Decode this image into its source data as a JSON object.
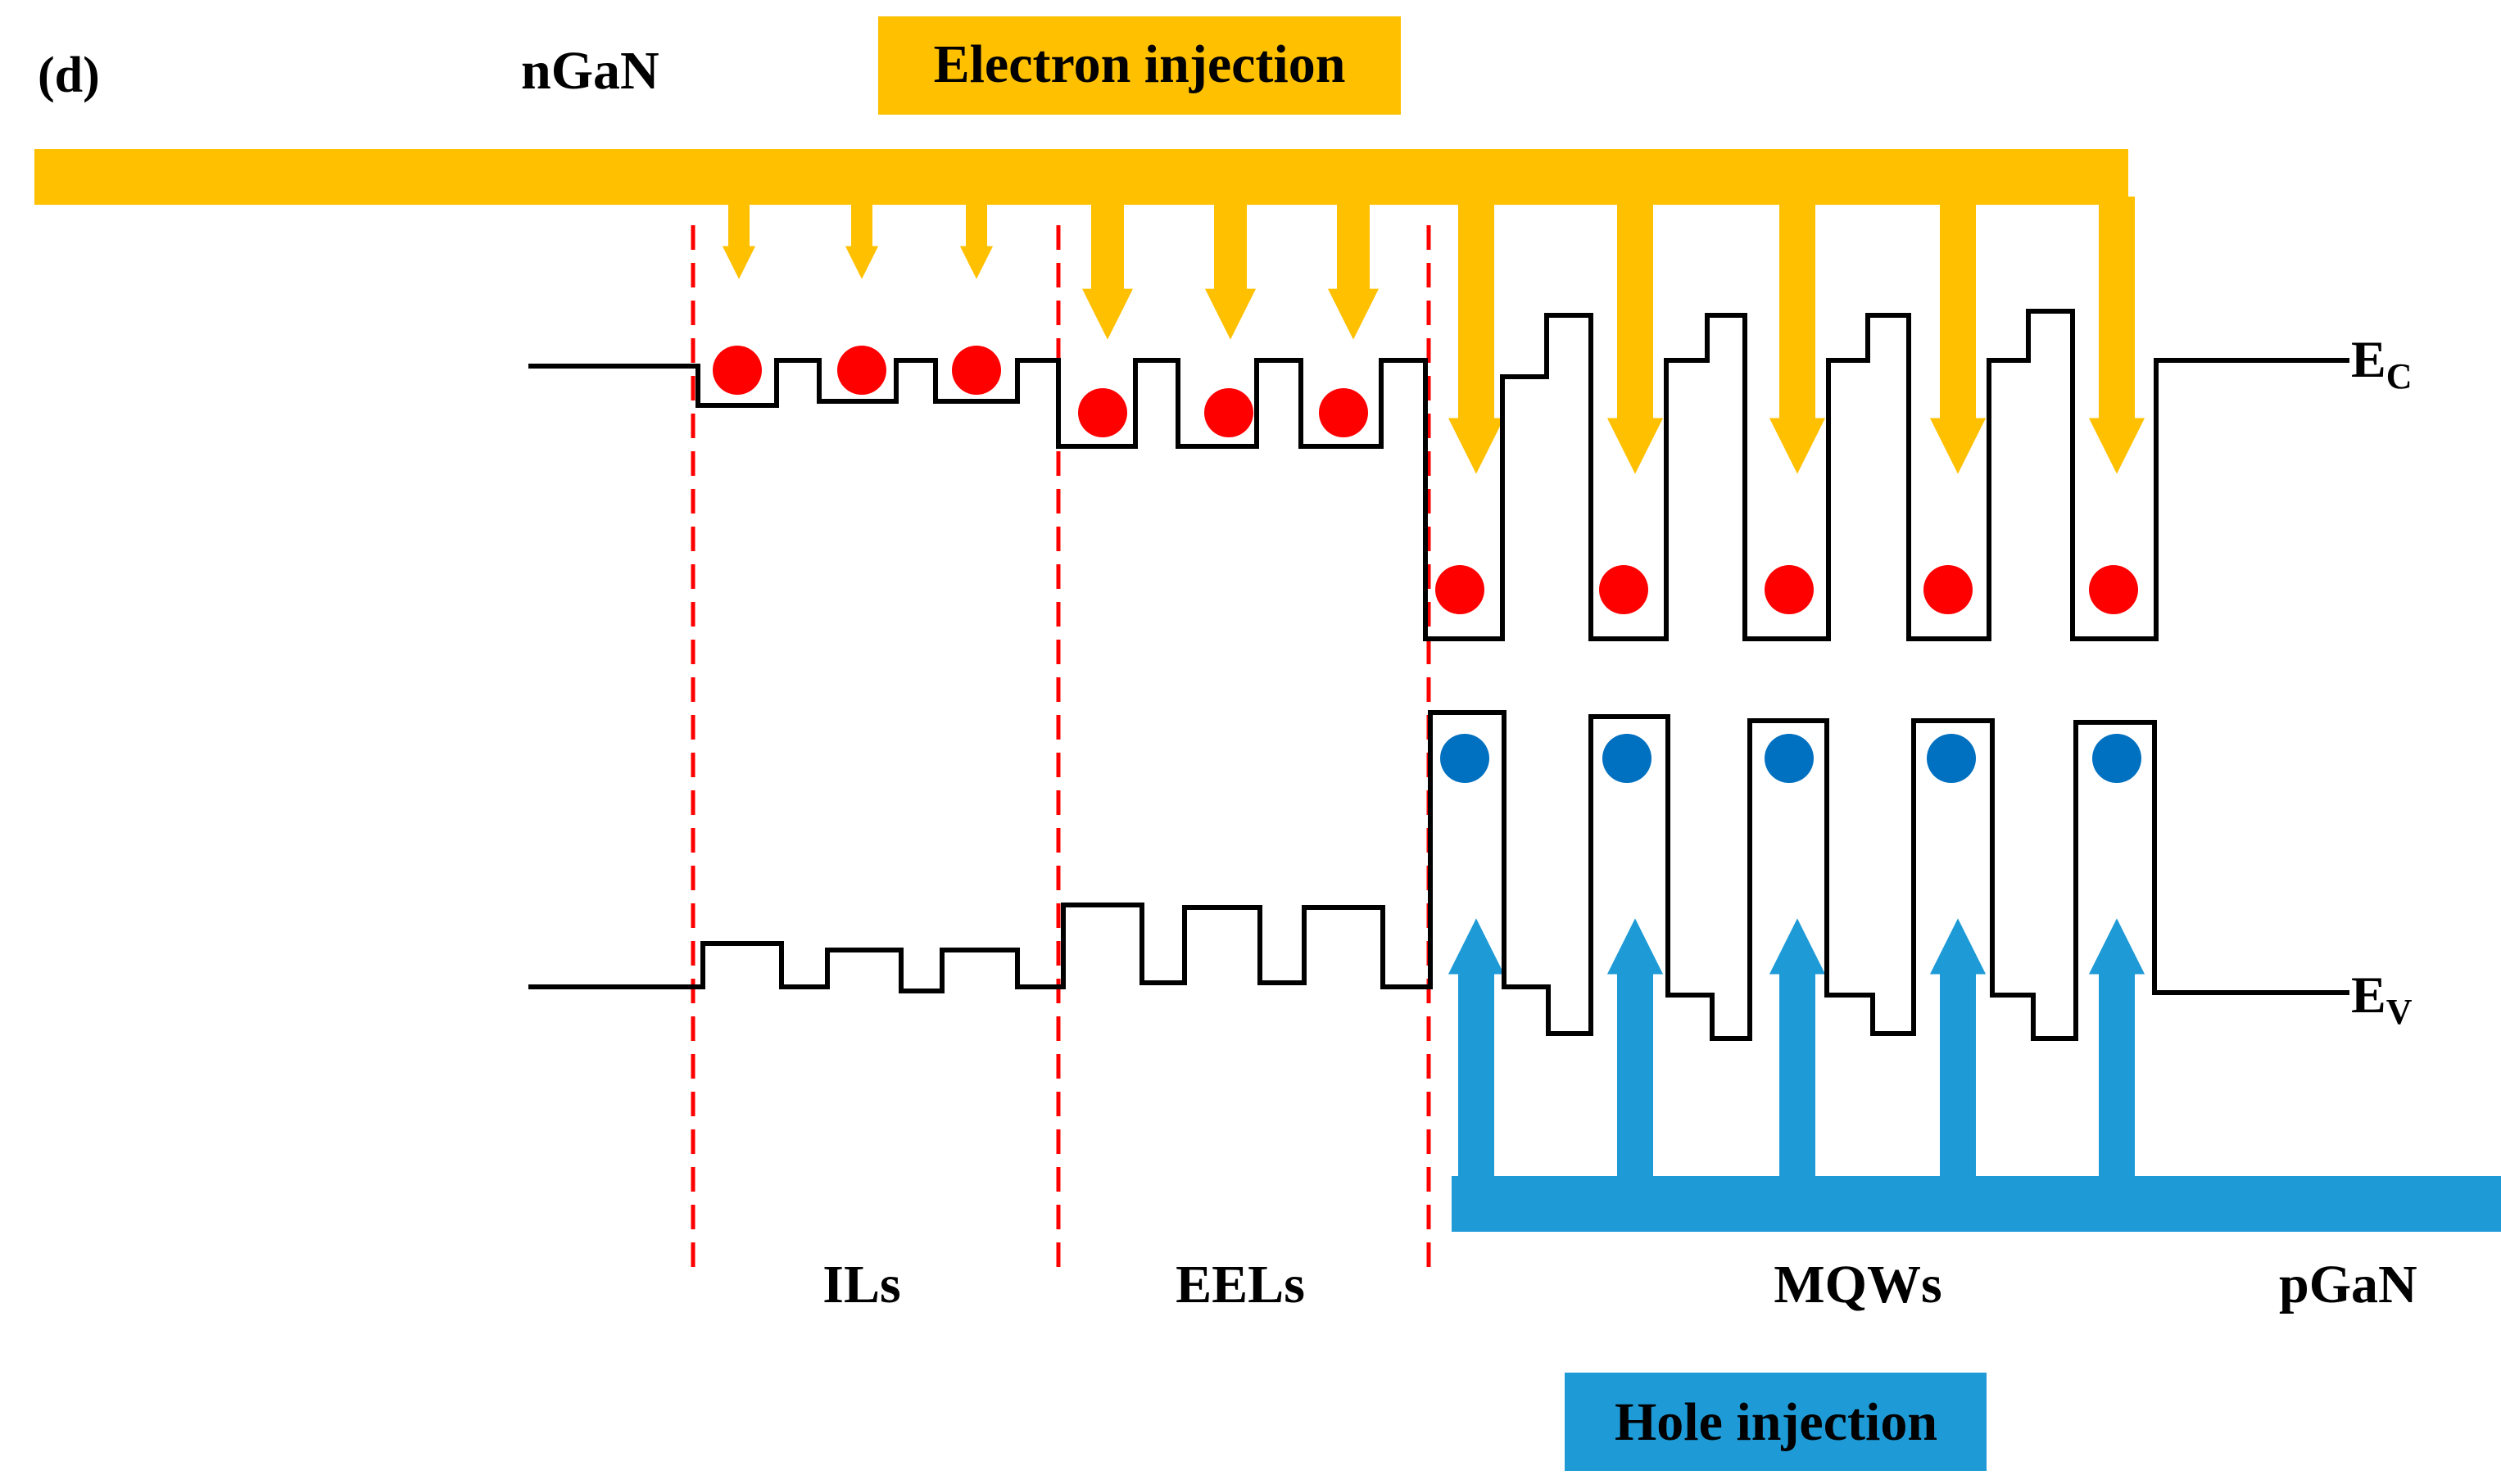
{
  "panel_label": "(d)",
  "left_region_label": "nGaN",
  "right_region_label": "pGaN",
  "electron_injection_label": "Electron injection",
  "hole_injection_label": "Hole injection",
  "region_labels": {
    "ils": "ILs",
    "eels": "EELs",
    "mqws": "MQWs"
  },
  "band_labels": {
    "conduction": {
      "main": "E",
      "sub": "C"
    },
    "valence": {
      "main": "E",
      "sub": "V"
    }
  },
  "colors": {
    "electron_flow": "#FFC000",
    "hole_flow": "#1E9BD7",
    "electron": "#FF0000",
    "hole": "#0070C0",
    "band_line": "#000000",
    "boundary": "#FF0000"
  }
}
